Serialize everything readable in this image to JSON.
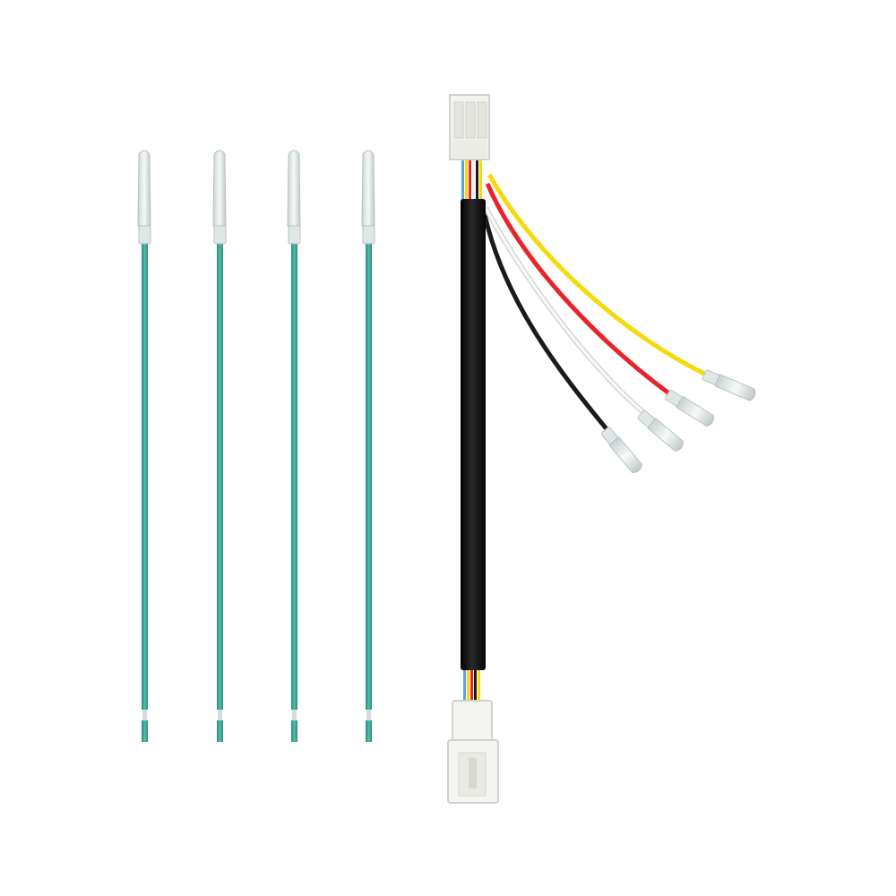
{
  "background": "#ffffff",
  "wires": {
    "count": 4,
    "wire_color": "#3aa894",
    "wire_shade": "#2b8a78",
    "terminal_color": "#e6ecec",
    "stripped_tip_color": "#cfd6d6"
  },
  "harness": {
    "sheath_color": "#111111",
    "connector_color": "#f3f3f0",
    "connector_shade": "#dcdcd6",
    "leads": [
      {
        "name": "yellow",
        "color": "#f5d90a"
      },
      {
        "name": "red",
        "color": "#e8232a"
      },
      {
        "name": "white",
        "color": "#f2f2f2"
      },
      {
        "name": "black",
        "color": "#1a1a1a"
      }
    ],
    "inner_conductor_colors": [
      "#5aa0e6",
      "#f5d90a",
      "#e8232a",
      "#1a1a1a"
    ]
  }
}
